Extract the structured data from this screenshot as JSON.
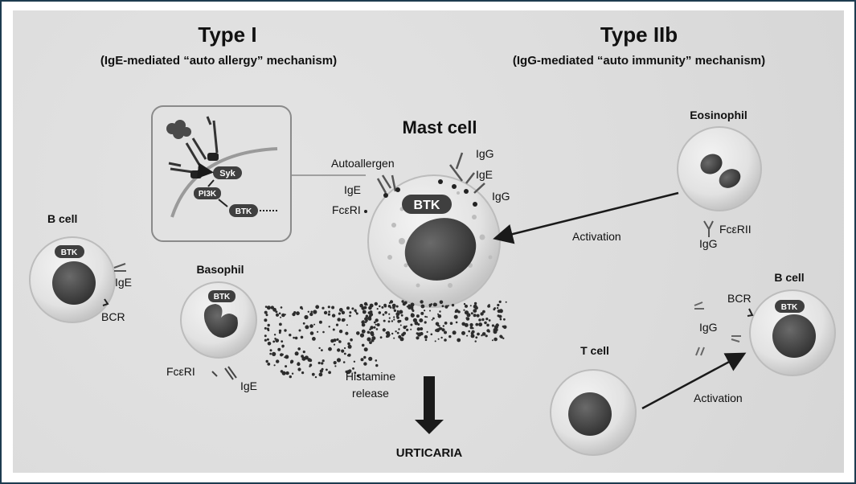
{
  "headers": {
    "type1": {
      "title": "Type I",
      "subtitle": "(IgE-mediated “auto allergy” mechanism)"
    },
    "type2b": {
      "title": "Type IIb",
      "subtitle": "(IgG-mediated “auto immunity” mechanism)"
    }
  },
  "inset": {
    "syk": "Syk",
    "pi3k": "PI3K",
    "btk": "BTK"
  },
  "mast_cell": {
    "title": "Mast cell",
    "btk": "BTK",
    "labels": {
      "autoallergen": "Autoallergen",
      "ige": "IgE",
      "fceri": "FcεRI",
      "igg_top": "IgG",
      "ige_right": "IgE",
      "igg_right": "IgG"
    }
  },
  "b_cell_left": {
    "title": "B cell",
    "btk": "BTK",
    "ige": "IgE",
    "bcr": "BCR"
  },
  "basophil": {
    "title": "Basophil",
    "btk": "BTK",
    "fceri": "FcεRI",
    "ige": "IgE"
  },
  "histamine": {
    "line1": "Histamine",
    "line2": "release"
  },
  "outcome": "URTICARIA",
  "eosinophil": {
    "title": "Eosinophil",
    "igg": "IgG",
    "fceri2": "FcεRII",
    "activation": "Activation"
  },
  "b_cell_right": {
    "title": "B cell",
    "btk": "BTK",
    "bcr": "BCR",
    "igg": "IgG"
  },
  "t_cell": {
    "title": "T cell",
    "activation": "Activation"
  },
  "colors": {
    "border": "#1d3b4f",
    "panel": "#dedede",
    "cell": "#e9e9e9",
    "nucleus": "#4a4a4a",
    "pill": "#3f3f3f"
  }
}
